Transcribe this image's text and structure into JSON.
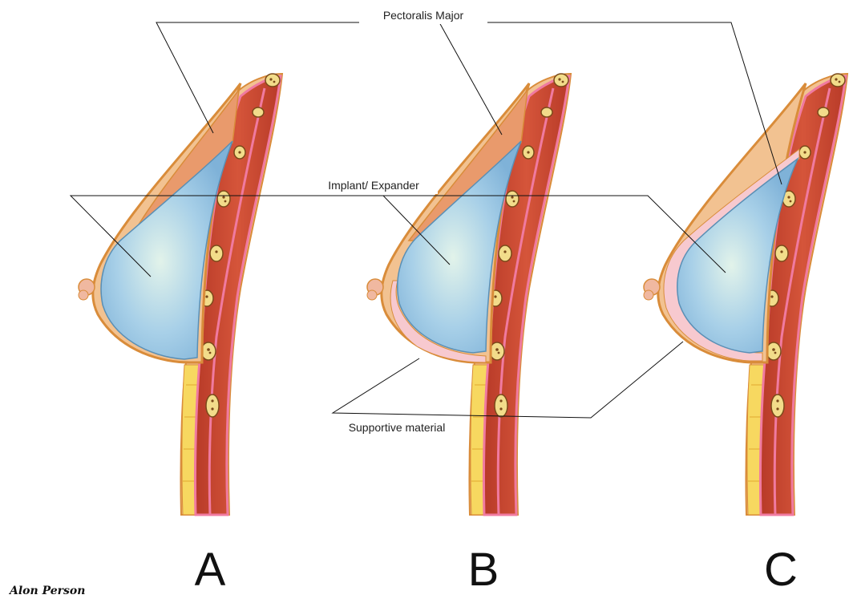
{
  "labels": {
    "pectoralis": "Pectoralis Major",
    "implant": "Implant/ Expander",
    "supportive": "Supportive material"
  },
  "panels": [
    {
      "letter": "A"
    },
    {
      "letter": "B"
    },
    {
      "letter": "C"
    }
  ],
  "signature": "Alon Person",
  "colors": {
    "skin": "#f2c291",
    "skin_outline": "#d98c3a",
    "muscle": "#c8432e",
    "muscle_light": "#e99a6c",
    "fascia": "#f07aa0",
    "implant": "#8fc0e0",
    "implant_center": "#d8efe8",
    "fat": "#f7d860",
    "supportive": "#f7c9cf"
  }
}
